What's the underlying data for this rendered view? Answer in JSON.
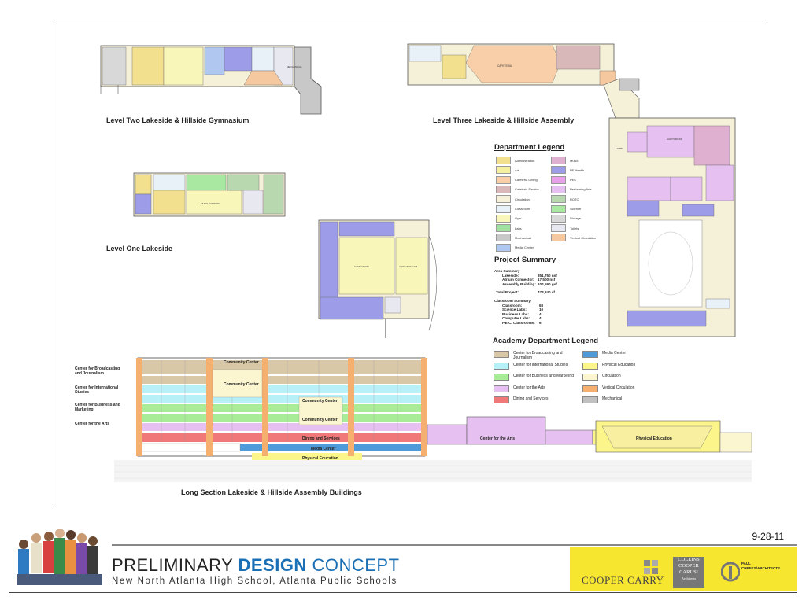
{
  "captions": {
    "level_two": "Level Two Lakeside & Hillside Gymnasium",
    "level_three": "Level Three Lakeside & Hillside Assembly",
    "level_one": "Level One Lakeside",
    "long_section": "Long Section Lakeside & Hillside Assembly Buildings"
  },
  "department_legend": {
    "title": "Department Legend",
    "items": [
      {
        "label": "Administration",
        "color": "#f2e08e"
      },
      {
        "label": "Music",
        "color": "#e0b0d0"
      },
      {
        "label": "Art",
        "color": "#f5f0a0"
      },
      {
        "label": "PE Health",
        "color": "#9c9ce8"
      },
      {
        "label": "Cafeteria Dining",
        "color": "#f8cfa8"
      },
      {
        "label": "PEC",
        "color": "#e8a0e8"
      },
      {
        "label": "Cafeteria Service",
        "color": "#d8b8b8"
      },
      {
        "label": "Performing Arts",
        "color": "#e6c0f0"
      },
      {
        "label": "Circulation",
        "color": "#f5f0d8"
      },
      {
        "label": "ROTC",
        "color": "#b8d8b0"
      },
      {
        "label": "Classroom",
        "color": "#e8f0f8"
      },
      {
        "label": "Science",
        "color": "#a8e8a0"
      },
      {
        "label": "Gym",
        "color": "#f8f6b8"
      },
      {
        "label": "Storage",
        "color": "#d8d8d8"
      },
      {
        "label": "Labs",
        "color": "#a0e0a0"
      },
      {
        "label": "Toilets",
        "color": "#e8e8f0"
      },
      {
        "label": "Mechanical",
        "color": "#c8c8c8"
      },
      {
        "label": "Vertical Circulation",
        "color": "#f5c8a0"
      },
      {
        "label": "Media Center",
        "color": "#b0c8f0"
      }
    ]
  },
  "project_summary": {
    "title": "Project Summary",
    "area_heading": "Area Summary",
    "area_rows": [
      {
        "label": "Lakeside:",
        "value": "351,750 nsf"
      },
      {
        "label": "Atrium Connector:",
        "value": "17,500 nsf"
      },
      {
        "label": "Assembly Building:",
        "value": "104,590 gsf"
      }
    ],
    "total_label": "Total Project:",
    "total_value": "473,840 sf",
    "classroom_heading": "Classroom Summary",
    "classroom_rows": [
      {
        "label": "Classroom:",
        "value": "68"
      },
      {
        "label": "Science Labs:",
        "value": "10"
      },
      {
        "label": "Business Labs:",
        "value": "4"
      },
      {
        "label": "Computer Labs:",
        "value": "4"
      },
      {
        "label": "P.E.C. Classrooms:",
        "value": "6"
      }
    ]
  },
  "academy_legend": {
    "title": "Academy Department Legend",
    "items": [
      {
        "label": "Center for Broadcasting and Journalism",
        "color": "#d8c8a8"
      },
      {
        "label": "Media Center",
        "color": "#4f9ad8"
      },
      {
        "label": "Center for International Studies",
        "color": "#b8f0f8"
      },
      {
        "label": "Physical Education",
        "color": "#fbf58a"
      },
      {
        "label": "Center for Business and Marketing",
        "color": "#a8ec98"
      },
      {
        "label": "Circulation",
        "color": "#fbf5d0"
      },
      {
        "label": "Center for the Arts",
        "color": "#e6c0f0"
      },
      {
        "label": "Vertical Circulation",
        "color": "#f5b070"
      },
      {
        "label": "Dining and Services",
        "color": "#f07878"
      },
      {
        "label": "Mechanical",
        "color": "#c0c0c0"
      }
    ]
  },
  "section_labels": {
    "broadcasting": "Center for Broadcasting and Journalism",
    "international": "Center for International Studies",
    "business": "Center for Business and Marketing",
    "arts": "Center for the Arts"
  },
  "section_band_labels": {
    "community_center": "Community Center",
    "dining": "Dining and Services",
    "media": "Media Center",
    "pe": "Physical Education",
    "arts_connector": "Center for the Arts",
    "pe_assembly": "Physical Education"
  },
  "plan_room_labels": {
    "gymnasium": "GYMNASIUM",
    "auxiliary_gym": "AUXILIARY GYM",
    "mechanical": "MECHANICAL",
    "lobby": "LOBBY",
    "auditorium": "AUDITORIUM",
    "cafeteria": "CAFETERIA",
    "media_center": "MEDIA CENTER",
    "multi_purpose": "MULTI-PURPOSE"
  },
  "date": "9-28-11",
  "footer": {
    "title_prefix": "PRELIMINARY ",
    "title_accent": "DESIGN",
    "title_suffix": " CONCEPT",
    "subtitle": "New North Atlanta High School, Atlanta Public Schools"
  },
  "logos": {
    "cooper_carry": "COOPER CARRY",
    "ccc_line1": "COLLINS",
    "ccc_line2": "COOPER",
    "ccc_line3": "CARUSI",
    "ccc_line4": "Architects",
    "paul_line1": "PAUL",
    "paul_line2": "CHEEKS/ARCHITECTS"
  },
  "colors": {
    "accent_blue": "#1a6fb5",
    "logo_yellow": "#f7e630"
  }
}
